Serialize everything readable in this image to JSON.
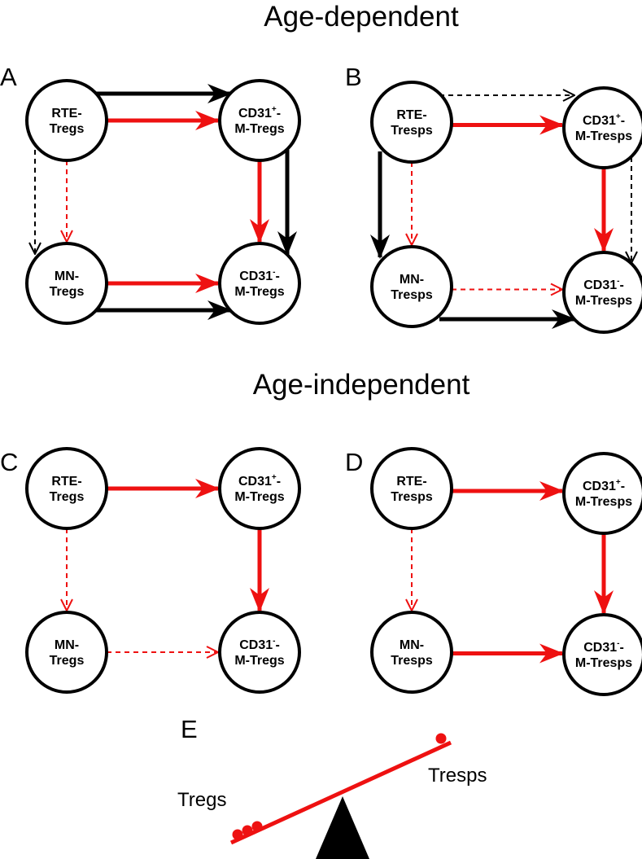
{
  "headings": {
    "age_dependent": "Age-dependent",
    "age_independent": "Age-independent"
  },
  "colors": {
    "red": "#ee1111",
    "black": "#000000"
  },
  "panels": [
    {
      "letter": "A",
      "nodes": {
        "rte": {
          "line1": "RTE-",
          "line2": "Tregs"
        },
        "cd31p": {
          "line1": "CD31",
          "sup": "+",
          "after": "-",
          "line2": "M-Tregs"
        },
        "mn": {
          "line1": "MN-",
          "line2": "Tregs"
        },
        "cd31m": {
          "line1": "CD31",
          "sup": "-",
          "after": "-",
          "line2": "M-Tregs"
        }
      },
      "arrows": [
        {
          "edge": "rte-cd31p",
          "inner": "red-solid",
          "outer": "black-solid"
        },
        {
          "edge": "cd31p-cd31m",
          "inner": "red-solid",
          "outer": "black-solid"
        },
        {
          "edge": "rte-mn",
          "inner": "red-dashed",
          "outer": "black-dashed"
        },
        {
          "edge": "mn-cd31m",
          "inner": "red-solid",
          "outer": "black-solid"
        }
      ]
    },
    {
      "letter": "B",
      "nodes": {
        "rte": {
          "line1": "RTE-",
          "line2": "Tresps"
        },
        "cd31p": {
          "line1": "CD31",
          "sup": "+",
          "after": "-",
          "line2": "M-Tresps"
        },
        "mn": {
          "line1": "MN-",
          "line2": "Tresps"
        },
        "cd31m": {
          "line1": "CD31",
          "sup": "-",
          "after": "-",
          "line2": "M-Tresps"
        }
      },
      "arrows": [
        {
          "edge": "rte-cd31p",
          "inner": "red-solid",
          "outer": "black-dashed"
        },
        {
          "edge": "cd31p-cd31m",
          "inner": "red-solid",
          "outer": "black-dashed"
        },
        {
          "edge": "rte-mn",
          "inner": "red-dashed",
          "outer": "black-solid"
        },
        {
          "edge": "mn-cd31m",
          "inner": "red-dashed",
          "outer": "black-solid"
        }
      ]
    },
    {
      "letter": "C",
      "nodes": {
        "rte": {
          "line1": "RTE-",
          "line2": "Tregs"
        },
        "cd31p": {
          "line1": "CD31",
          "sup": "+",
          "after": "-",
          "line2": "M-Tregs"
        },
        "mn": {
          "line1": "MN-",
          "line2": "Tregs"
        },
        "cd31m": {
          "line1": "CD31",
          "sup": "-",
          "after": "-",
          "line2": "M-Tregs"
        }
      },
      "arrows": [
        {
          "edge": "rte-cd31p",
          "inner": "red-solid"
        },
        {
          "edge": "cd31p-cd31m",
          "inner": "red-solid"
        },
        {
          "edge": "rte-mn",
          "inner": "red-dashed"
        },
        {
          "edge": "mn-cd31m",
          "inner": "red-dashed"
        }
      ]
    },
    {
      "letter": "D",
      "nodes": {
        "rte": {
          "line1": "RTE-",
          "line2": "Tresps"
        },
        "cd31p": {
          "line1": "CD31",
          "sup": "+",
          "after": "-",
          "line2": "M-Tresps"
        },
        "mn": {
          "line1": "MN-",
          "line2": "Tresps"
        },
        "cd31m": {
          "line1": "CD31",
          "sup": "-",
          "after": "-",
          "line2": "M-Tresps"
        }
      },
      "arrows": [
        {
          "edge": "rte-cd31p",
          "inner": "red-solid"
        },
        {
          "edge": "cd31p-cd31m",
          "inner": "red-solid"
        },
        {
          "edge": "rte-mn",
          "inner": "red-dashed"
        },
        {
          "edge": "mn-cd31m",
          "inner": "red-solid"
        }
      ]
    }
  ],
  "panel_e": {
    "letter": "E",
    "left_label": "Tregs",
    "right_label": "Tresps",
    "left_ball_count": 3,
    "right_ball_count": 1
  }
}
